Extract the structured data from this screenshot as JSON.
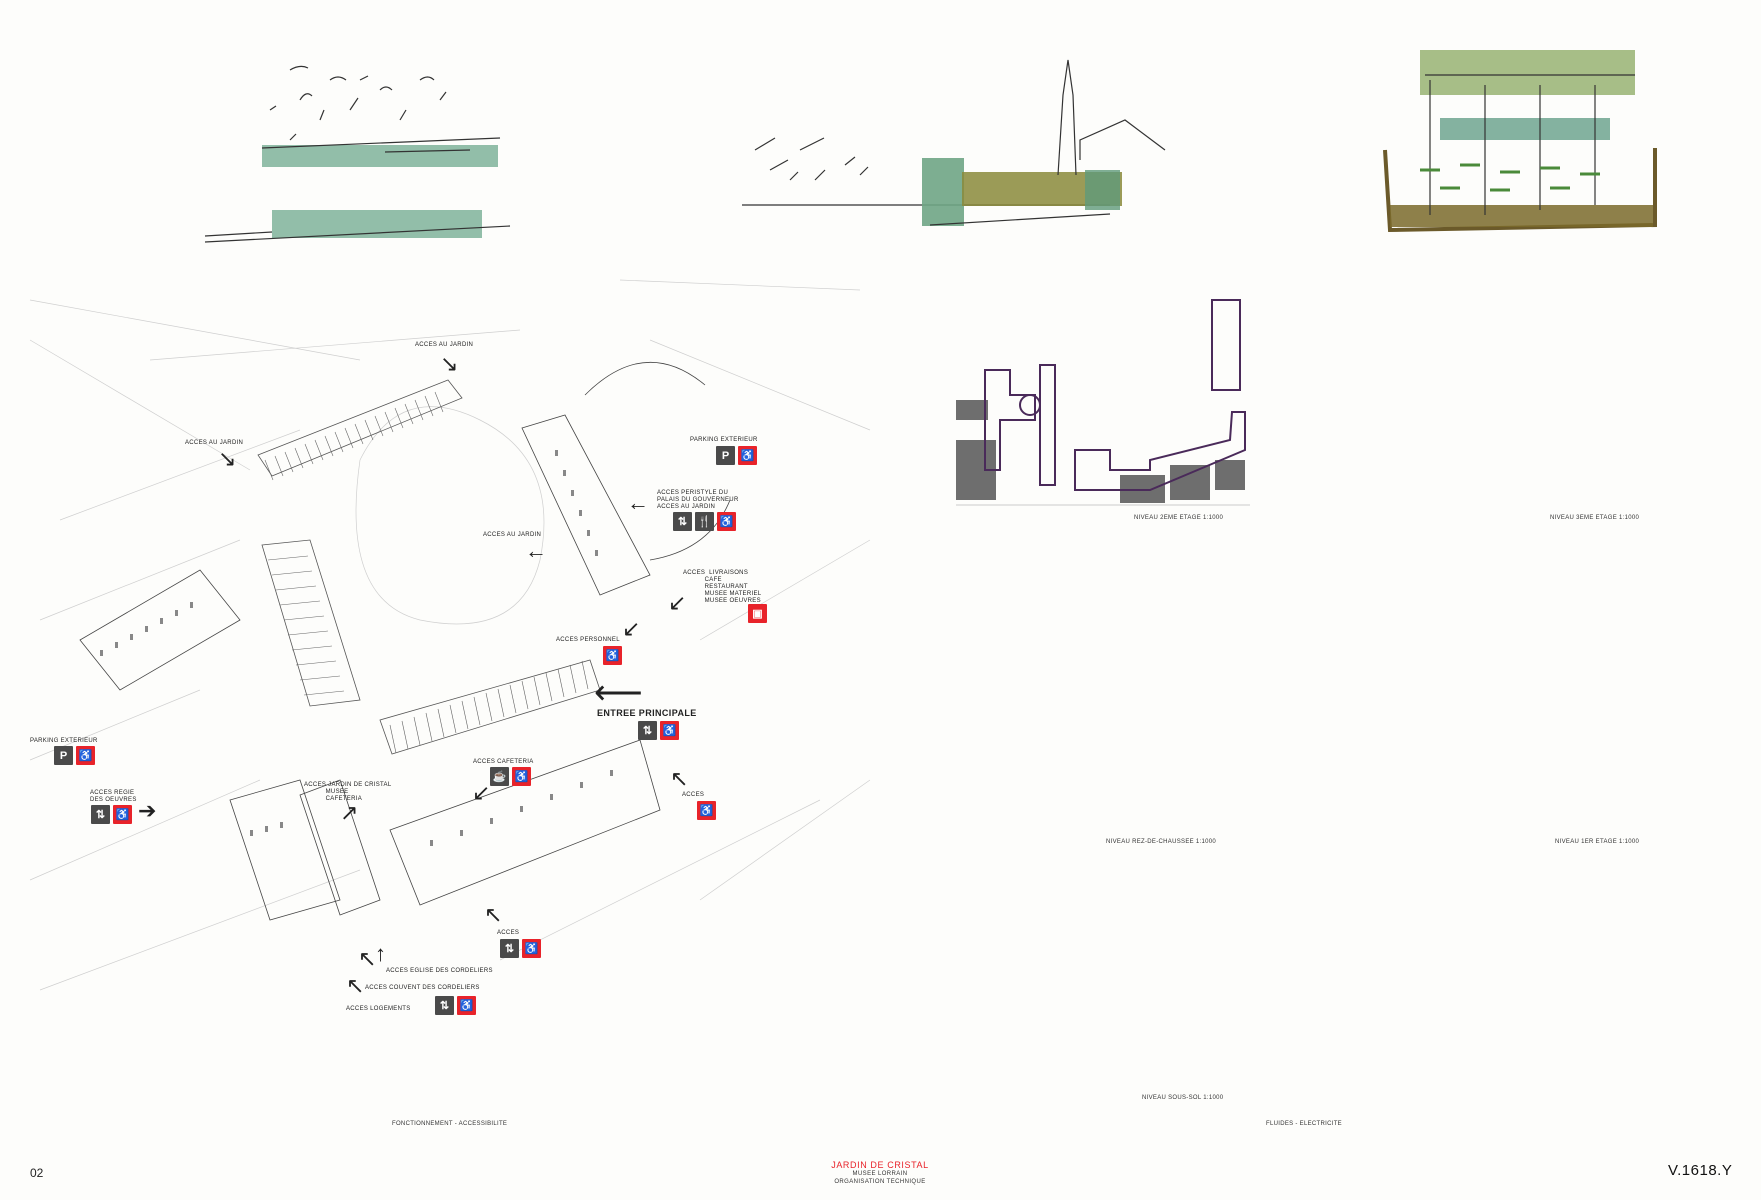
{
  "page": {
    "number": "02",
    "version": "V.1618.Y"
  },
  "title_block": {
    "title": "JARDIN DE CRISTAL",
    "line1": "MUSEE LORRAIN",
    "line2": "ORGANISATION TECHNIQUE"
  },
  "captions": {
    "left": "FONCTIONNEMENT - ACCESSIBILITE",
    "right": "FLUIDES - ELECTRICITE"
  },
  "access_labels": {
    "acces_jardin_top": "ACCES AU JARDIN",
    "acces_jardin_left": "ACCES AU JARDIN",
    "acces_jardin_mid": "ACCES AU JARDIN",
    "parking_ext_right": "PARKING EXTERIEUR",
    "peristyle": "ACCES PERISTYLE DU\nPALAIS DU GOUVERNEUR\nACCES AU JARDIN",
    "livraisons": "ACCES  LIVRAISONS\n           CAFE\n           RESTAURANT\n           MUSEE MATERIEL\n           MUSEE OEUVRES",
    "personnel": "ACCES PERSONNEL",
    "entree_principale": "ENTREE PRINCIPALE",
    "parking_ext_left": "PARKING EXTERIEUR",
    "cafeteria": "ACCES CAFETERIA",
    "jardin_cristal": "ACCES JARDIN DE CRISTAL\n           MUSEE\n           CAFETERIA",
    "regie": "ACCES REGIE\nDES OEUVRES",
    "acces_right": "ACCES",
    "acces_bottom": "ACCES",
    "eglise": "ACCES EGLISE DES CORDELIERS",
    "couvent": "ACCES COUVENT DES CORDELIERS",
    "logements": "ACCES LOGEMENTS"
  },
  "icons": {
    "parking": "P",
    "wheelchair": "♿",
    "elevator": "⇅",
    "restaurant": "🍴",
    "cafe": "☕",
    "delivery": "▣"
  },
  "plans": {
    "level2": "NIVEAU 2EME ETAGE 1:1000",
    "level3": "NIVEAU 3EME ETAGE 1:1000",
    "ground": "NIVEAU REZ-DE-CHAUSSEE 1:1000",
    "level1": "NIVEAU 1ER ETAGE 1:1000",
    "basement": "NIVEAU SOUS-SOL 1:1000"
  },
  "colors": {
    "accent_red": "#e8232a",
    "icon_gray": "#4a4a4a",
    "plan_purple": "#4a2a5a",
    "plan_gray": "#6e6e6e",
    "sketch_green": "#7fb39a",
    "sketch_olive": "#8a8a3a"
  }
}
